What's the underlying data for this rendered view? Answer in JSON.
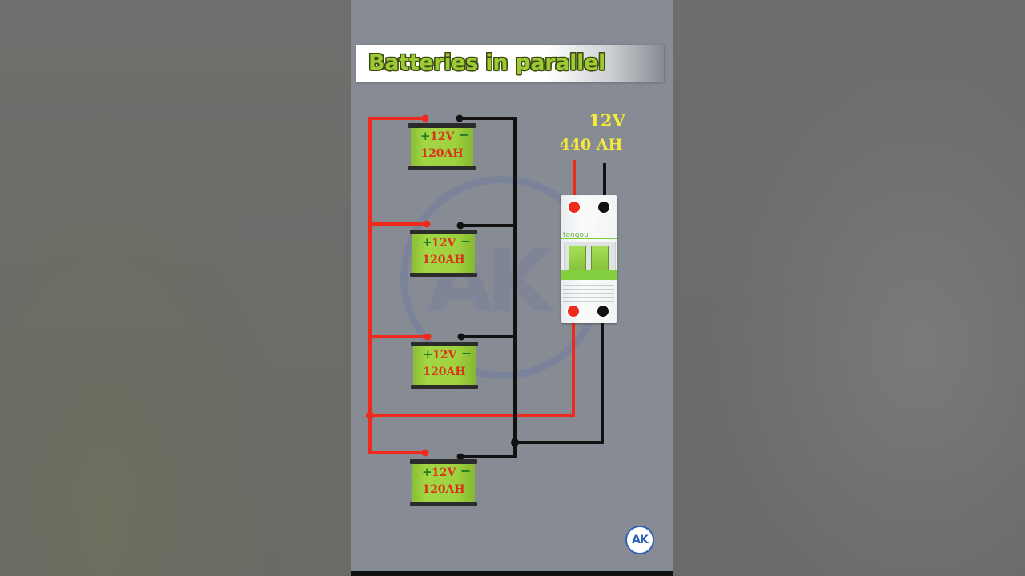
{
  "title": "Batteries in parallel",
  "output": {
    "voltage": "12V",
    "capacity": "440 AH"
  },
  "batteries": [
    {
      "voltage": "12V",
      "capacity": "120AH",
      "plus": "+",
      "minus": "−"
    },
    {
      "voltage": "12V",
      "capacity": "120AH",
      "plus": "+",
      "minus": "−"
    },
    {
      "voltage": "12V",
      "capacity": "120AH",
      "plus": "+",
      "minus": "−"
    },
    {
      "voltage": "12V",
      "capacity": "120AH",
      "plus": "+",
      "minus": "−"
    }
  ],
  "breaker": {
    "brand": "tongou"
  },
  "watermark": "AK",
  "logo": "AK",
  "colors": {
    "positive_wire": "#ee2a1c",
    "negative_wire": "#111111",
    "battery": "#9fd23f",
    "title": "#9ccb36",
    "output_label": "#f7e93a"
  }
}
